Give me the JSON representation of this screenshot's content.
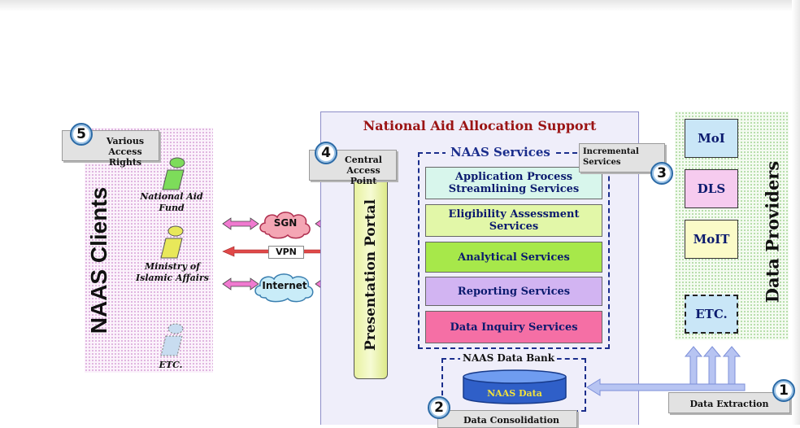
{
  "title": "National Aid Allocation Support",
  "clients": {
    "heading": "NAAS Clients",
    "items": [
      {
        "label": "National Aid Fund",
        "color": "#7ddc5a"
      },
      {
        "label": "Ministry of Islamic Affairs",
        "color": "#e8e85a"
      },
      {
        "label": "ETC.",
        "color": "#c8dcf0"
      }
    ]
  },
  "networks": {
    "sgn": "SGN",
    "vpn": "VPN",
    "internet": "Internet"
  },
  "portal": "Presentation Portal",
  "services": {
    "heading": "NAAS Services",
    "items": [
      {
        "label": "Application Process Streamlining Services",
        "color": "#d8f6ec"
      },
      {
        "label": "Eligibility Assessment Services",
        "color": "#e2f7a8"
      },
      {
        "label": "Analytical Services",
        "color": "#a7e84a"
      },
      {
        "label": "Reporting Services",
        "color": "#d2b4f2"
      },
      {
        "label": "Data Inquiry Services",
        "color": "#f56fa5"
      }
    ]
  },
  "data_bank": {
    "heading": "NAAS Data Bank",
    "store": "NAAS Data"
  },
  "providers": {
    "heading": "Data Providers",
    "items": [
      {
        "label": "MoI",
        "color": "#c9e6f7"
      },
      {
        "label": "DLS",
        "color": "#f6cbef"
      },
      {
        "label": "MoIT",
        "color": "#fbfbc8"
      },
      {
        "label": "ETC.",
        "color": "#c9e6f7"
      }
    ]
  },
  "callouts": [
    {
      "number": "1",
      "label": "Data Extraction"
    },
    {
      "number": "2",
      "label": "Data Consolidation"
    },
    {
      "number": "3",
      "label": "Incremental Services"
    },
    {
      "number": "4",
      "label": "Central Access Point"
    },
    {
      "number": "5",
      "label": "Various Access Rights"
    }
  ]
}
